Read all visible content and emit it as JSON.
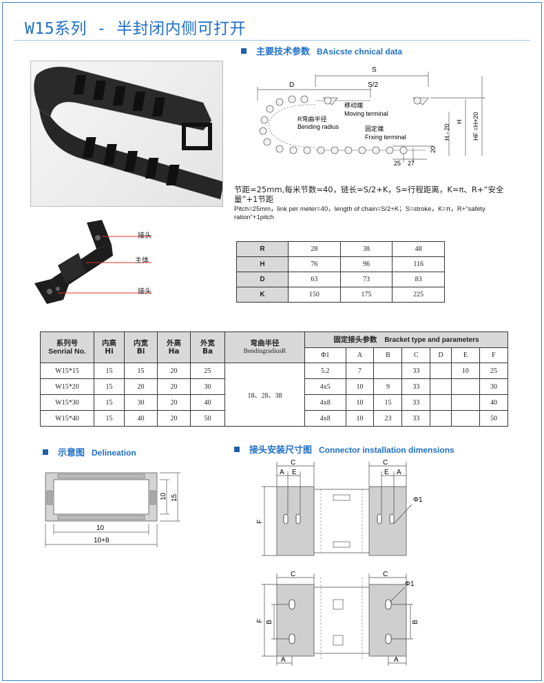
{
  "title": "W15系列 - 半封闭内侧可打开",
  "sections": {
    "tech": {
      "cn": "主要技术参数",
      "en": "BAsicste chnical data"
    },
    "delineation": {
      "cn": "示意图",
      "en": "Delineation"
    },
    "connector": {
      "cn": "接头安装尺寸图",
      "en": "Connector installation dimensions"
    }
  },
  "photo_labels": {
    "connector_top": "接头",
    "body": "主体",
    "connector_bottom": "接头"
  },
  "diagram_labels": {
    "S": "S",
    "S2": "S/2",
    "D": "D",
    "moving_cn": "移动端",
    "moving_en": "Moving terminal",
    "radius_cn": "R弯曲半径",
    "radius_en": "Bending radius",
    "fixed_cn": "固定端",
    "fixed_en": "Frxing terminal",
    "h20": "H - 20",
    "H": "H",
    "HF": "HF =H+20",
    "d25": "25",
    "d27": "27",
    "d20": "20"
  },
  "description_cn": "节距=25mm,每米节数=40，链长=S/2+K，S=行程距离，K=π、R+“安全量”+1节距",
  "description_en": "Pitch=25mm，link per meter=40，length of chain=S/2+K；S=stroke，K=π，R+“safety ration”+1pitch",
  "radius_table": {
    "rows": [
      {
        "label": "R",
        "values": [
          "28",
          "38",
          "48"
        ]
      },
      {
        "label": "H",
        "values": [
          "76",
          "96",
          "116"
        ]
      },
      {
        "label": "D",
        "values": [
          "63",
          "73",
          "83"
        ]
      },
      {
        "label": "K",
        "values": [
          "150",
          "175",
          "225"
        ]
      }
    ]
  },
  "main_table": {
    "headers": {
      "series": [
        "系列号",
        "Senrial No."
      ],
      "hi": [
        "内高",
        "Hi"
      ],
      "bi": [
        "内宽",
        "Bi"
      ],
      "ha": [
        "外高",
        "Ha"
      ],
      "ba": [
        "外宽",
        "Ba"
      ],
      "radius": [
        "弯曲半径",
        "BendingradiusR"
      ],
      "bracket_cn": "固定接头参数",
      "bracket_en": "Bracket type and parameters"
    },
    "sub_headers": [
      "Φ1",
      "A",
      "B",
      "C",
      "D",
      "E",
      "F"
    ],
    "radius_value": "18、28、38",
    "rows": [
      {
        "series": "W15*15",
        "hi": "15",
        "bi": "15",
        "ha": "20",
        "ba": "25",
        "p": [
          "5.2",
          "7",
          "",
          "33",
          "",
          "10",
          "25"
        ]
      },
      {
        "series": "W15*20",
        "hi": "15",
        "bi": "20",
        "ha": "20",
        "ba": "30",
        "p": [
          "4x5",
          "10",
          "9",
          "33",
          "",
          "",
          "30"
        ]
      },
      {
        "series": "W15*30",
        "hi": "15",
        "bi": "30",
        "ha": "20",
        "ba": "40",
        "p": [
          "4x8",
          "10",
          "15",
          "33",
          "",
          "",
          "40"
        ]
      },
      {
        "series": "W15*40",
        "hi": "15",
        "bi": "40",
        "ha": "20",
        "ba": "50",
        "p": [
          "4x8",
          "10",
          "23",
          "33",
          "",
          "",
          "50"
        ]
      }
    ]
  },
  "delineation_labels": {
    "d10a": "10",
    "d15": "15",
    "d10b": "10",
    "d10_8": "10+8"
  },
  "connector_labels": {
    "C": "C",
    "A": "A",
    "E": "E",
    "F": "F",
    "B": "B",
    "phi1": "Φ1"
  },
  "colors": {
    "title": "#1f6fc4",
    "frame": "#3a7fc4",
    "header_bg": "#d9d9d9",
    "leader": "#e0302a"
  }
}
